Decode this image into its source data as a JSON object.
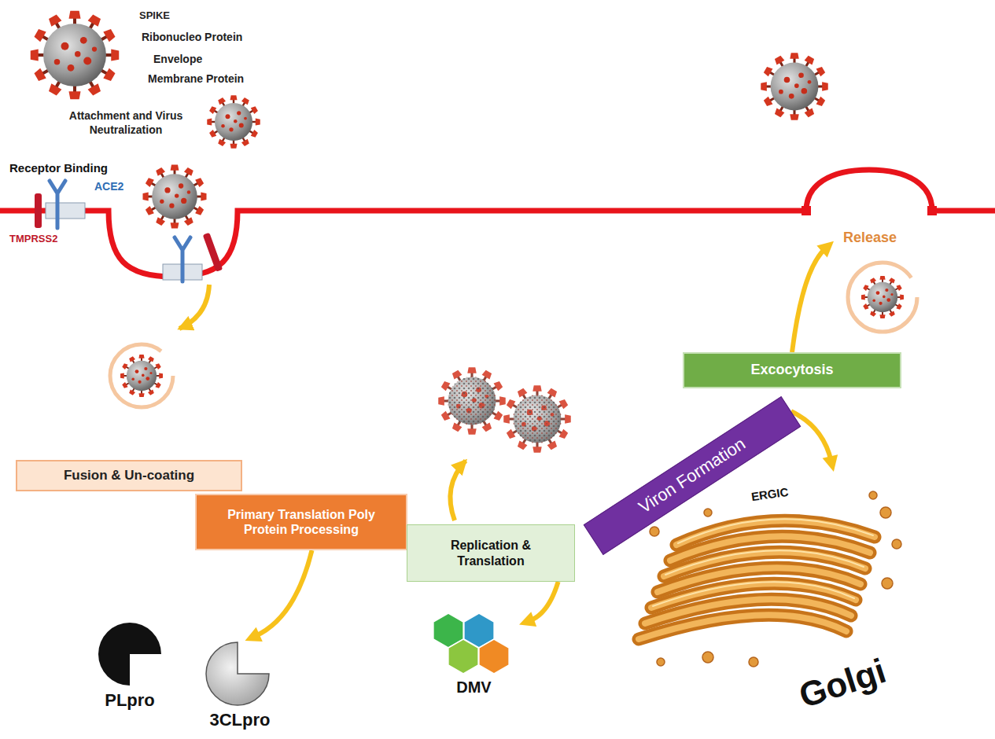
{
  "diagram": {
    "nodes": [
      {
        "text": [
          "Fusion & Un-coating"
        ]
      },
      {
        "text": [
          "Primary Translation Poly Protein Processing"
        ]
      },
      {
        "text": [
          "Replication & Translation"
        ]
      },
      {
        "text": [
          "Viron Formation"
        ]
      },
      {
        "text": [
          "Excocytosis"
        ]
      },
      {
        "text": [
          "PLpro"
        ]
      },
      {
        "text": [
          "3CLpro"
        ]
      },
      {
        "text": [
          "DMV"
        ]
      },
      {
        "text": [
          "ERGIC",
          "Golgi"
        ]
      },
      {
        "text": [
          "Release"
        ]
      }
    ],
    "edges": [
      {
        "from": 1,
        "to": 6,
        "arrow": "to"
      },
      {
        "from": 2,
        "to": 7,
        "arrow": "to"
      },
      {
        "from": 3,
        "to": 8,
        "arrow": "to"
      },
      {
        "from": 4,
        "to": 9,
        "arrow": "to"
      }
    ],
    "labels": [
      "SPIKE",
      "Ribonucleo Protein",
      "Envelope",
      "Membrane Protein",
      "Attachment and Virus Neutralization",
      "Receptor Binding",
      "ACE2",
      "TMPRSS2"
    ]
  }
}
